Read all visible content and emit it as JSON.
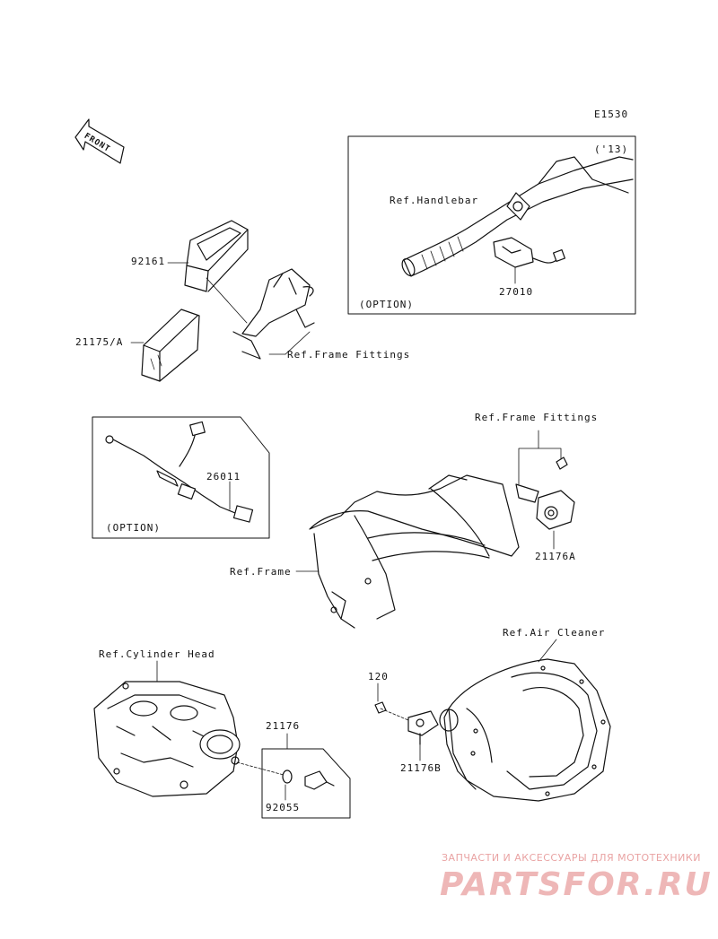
{
  "diagram": {
    "code": "E1530",
    "front_label": "FRONT",
    "year_note": "('13)",
    "labels": {
      "ref_handlebar": "Ref.Handlebar",
      "part_92161": "92161",
      "part_21175a": "21175/A",
      "ref_frame_fittings_top": "Ref.Frame Fittings",
      "part_27010": "27010",
      "option_top": "(OPTION)",
      "ref_frame_fittings_mid": "Ref.Frame Fittings",
      "part_26011": "26011",
      "option_mid": "(OPTION)",
      "ref_frame": "Ref.Frame",
      "part_21176a": "21176A",
      "ref_air_cleaner": "Ref.Air Cleaner",
      "ref_cylinder_head": "Ref.Cylinder Head",
      "part_120": "120",
      "part_21176": "21176",
      "part_21176b": "21176B",
      "part_92055": "92055"
    }
  },
  "watermark": {
    "line1": "ЗАПЧАСТИ И АКСЕССУАРЫ ДЛЯ МОТОТЕХНИКИ",
    "line2": "PARTSFOR.RU"
  }
}
